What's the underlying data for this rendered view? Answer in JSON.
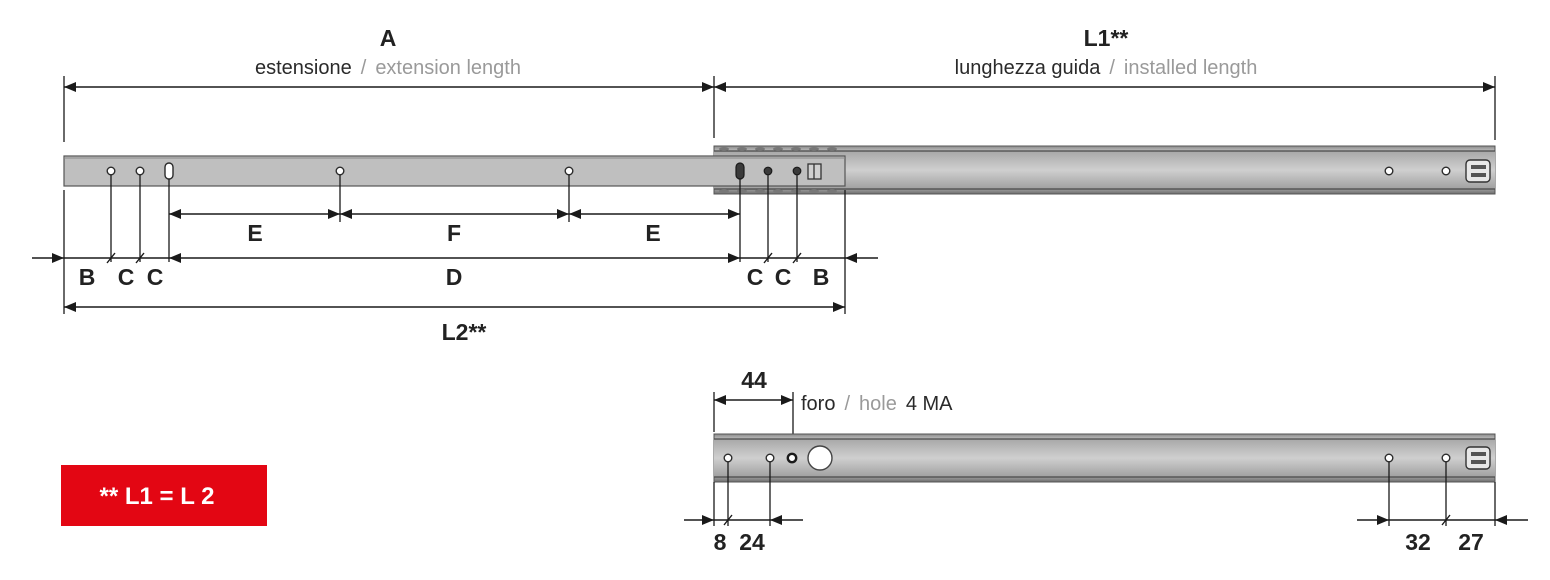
{
  "top": {
    "dim_a": {
      "label": "A",
      "it": "estensione",
      "sep": "/",
      "en": "extension length"
    },
    "dim_l1": {
      "label": "L1**",
      "it": "lunghezza guida",
      "sep": "/",
      "en": "installed length"
    },
    "spacing": {
      "e_left": "E",
      "f": "F",
      "e_right": "E"
    },
    "row2": {
      "b_left": "B",
      "c1": "C",
      "c2": "C",
      "d": "D",
      "c3": "C",
      "c4": "C",
      "b_right": "B"
    },
    "dim_l2": "L2**"
  },
  "bottom": {
    "dim_44": "44",
    "hole_note": {
      "it": "foro",
      "sep": "/",
      "en": "hole",
      "spec": "4 MA"
    },
    "dim_8": "8",
    "dim_24": "24",
    "dim_32": "32",
    "dim_27": "27"
  },
  "badge": {
    "text": "** L1 = L 2",
    "color": "#e30613"
  },
  "colors": {
    "rail": "#bdbdbd",
    "rail_edge": "#555555",
    "accent": "#e30613"
  }
}
